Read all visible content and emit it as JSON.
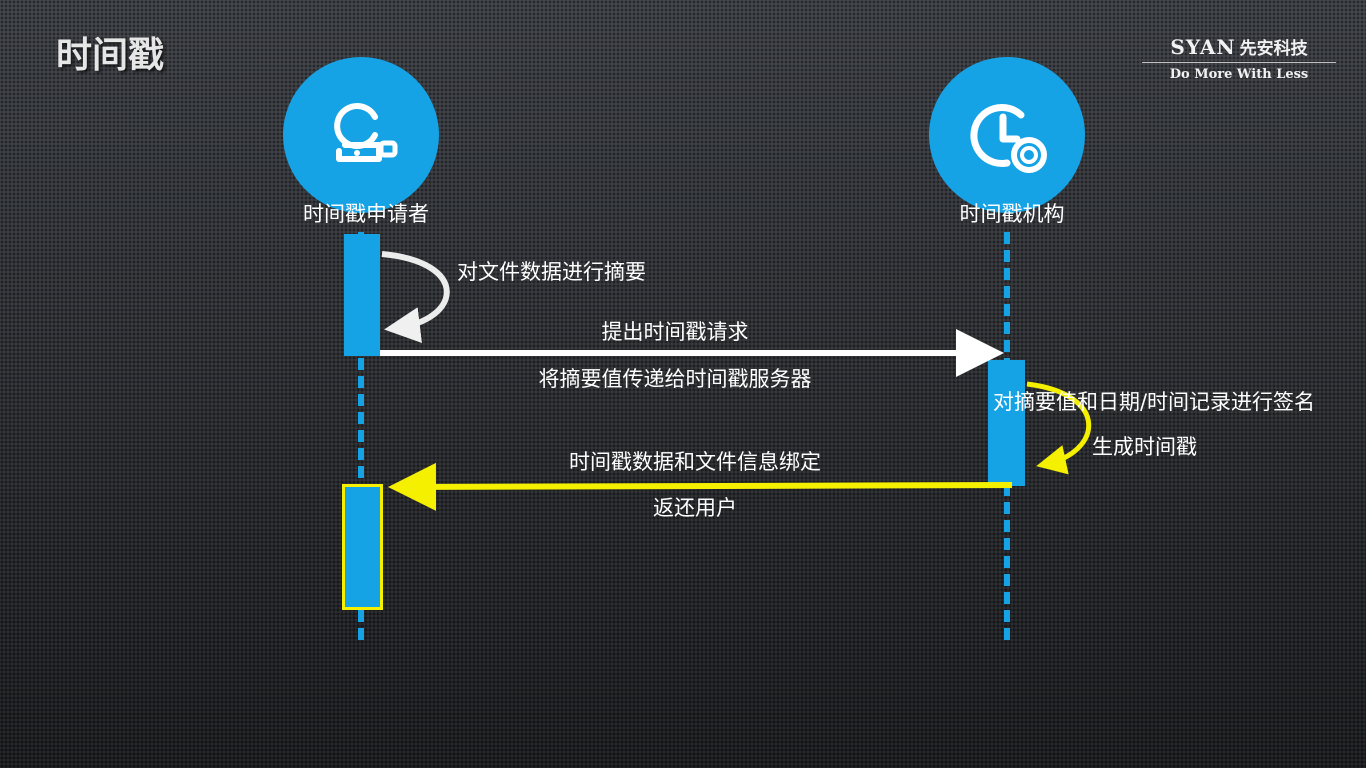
{
  "slide": {
    "title": "时间戳"
  },
  "brand": {
    "name": "SYAN",
    "name_cn": "先安科技",
    "tagline": "Do More With Less"
  },
  "actors": {
    "applicant": {
      "label": "时间戳申请者",
      "icon": "usb-key-user-icon"
    },
    "authority": {
      "label": "时间戳机构",
      "icon": "clock-seal-icon"
    }
  },
  "messages": {
    "self_digest": {
      "label": "对文件数据进行摘要"
    },
    "request": {
      "label_above": "提出时间戳请求",
      "label_below": "将摘要值传递给时间戳服务器"
    },
    "self_sign": {
      "label_above": "对摘要值和日期/时间记录进行签名",
      "label_below": "生成时间戳"
    },
    "response": {
      "label_above": "时间戳数据和文件信息绑定",
      "label_below": "返还用户"
    }
  },
  "colors": {
    "lifeline_blue": "#16a3e6",
    "request_arrow": "#ffffff",
    "response_arrow": "#f5f000"
  }
}
